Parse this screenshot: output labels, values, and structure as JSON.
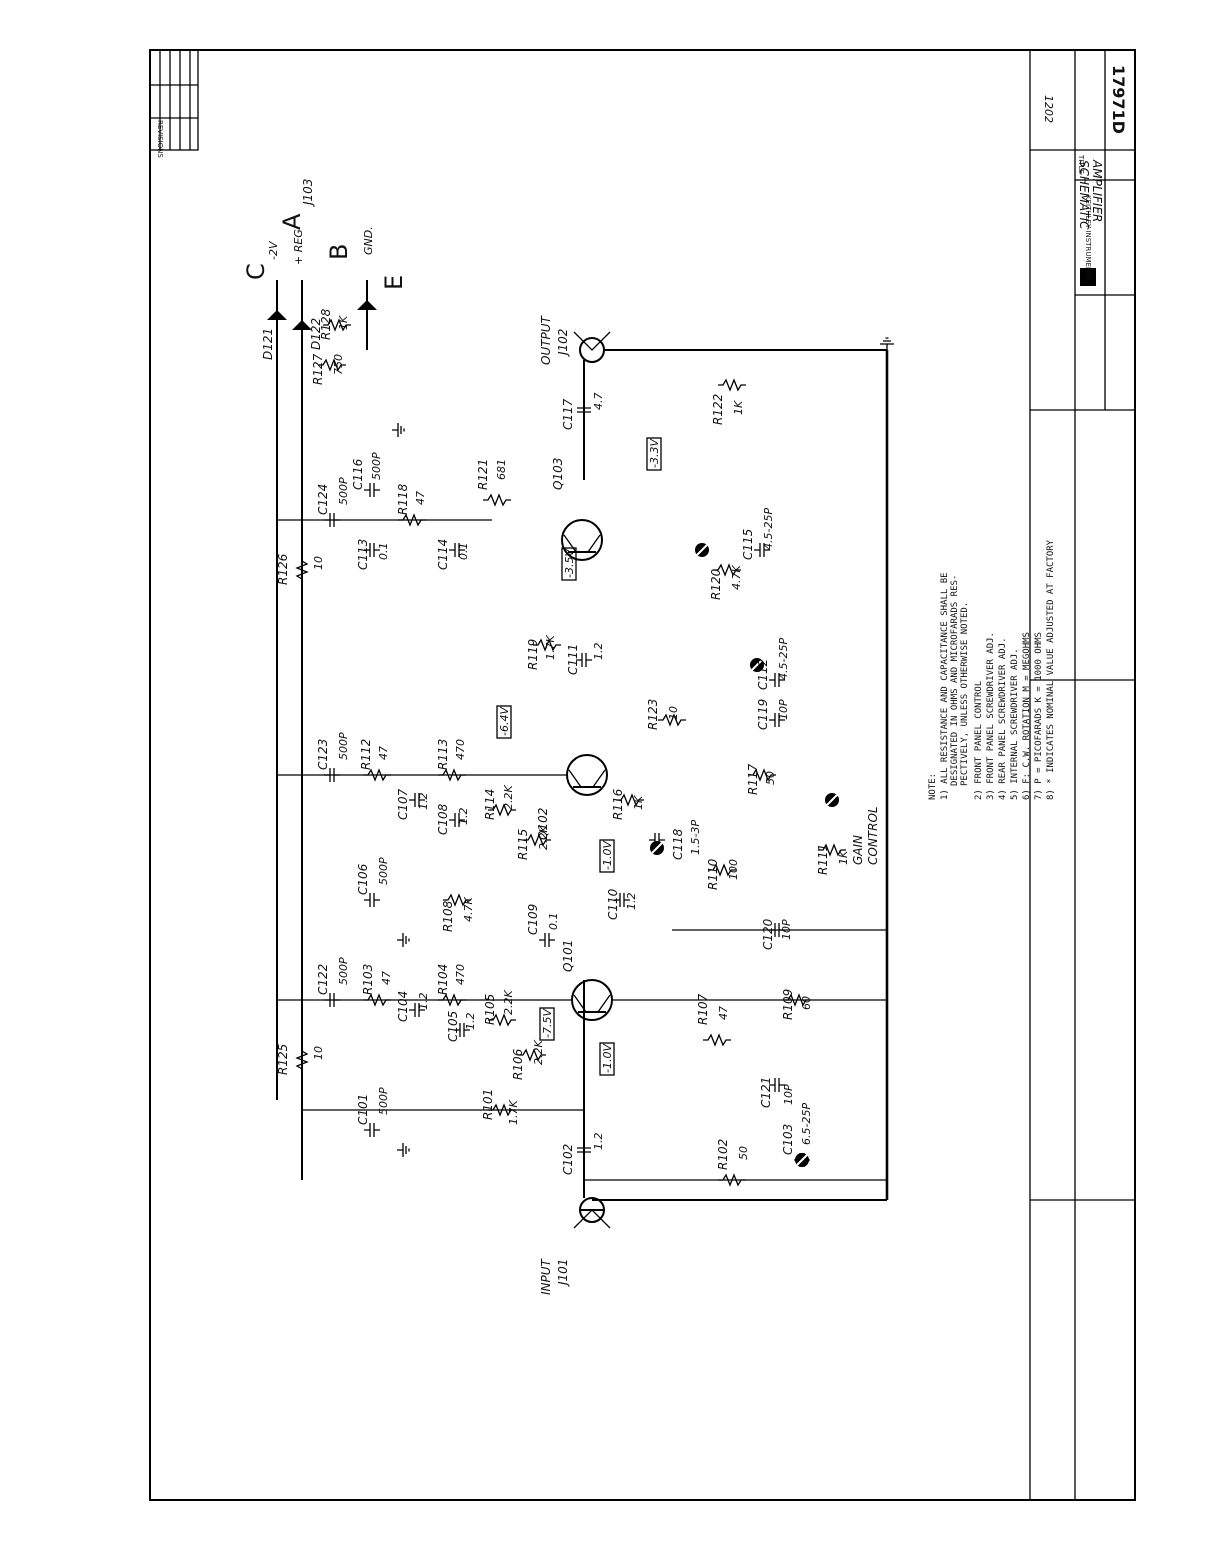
{
  "title_block": {
    "company": "KEITHLEY INSTRUMENTS",
    "title_label": "TITLE",
    "title_line1": "SCHEMATIC",
    "title_line2": "AMPLIFIER",
    "drawing_number": "17971D",
    "model_no": "1202"
  },
  "connectors": {
    "input": {
      "name": "INPUT",
      "ref": "J101"
    },
    "output": {
      "name": "OUTPUT",
      "ref": "J102"
    },
    "j103": {
      "ref": "J103",
      "pin_a": "A",
      "pin_b": "B",
      "pin_c": "C",
      "pin_e": "E",
      "minus_label": "-2V",
      "plus_label": "+ REG",
      "gnd_label": "GND."
    }
  },
  "transistors": {
    "q101": "Q101",
    "q102": "Q102",
    "q103": "Q103"
  },
  "diodes": {
    "d122": "D122",
    "d121": "D121"
  },
  "resistors": {
    "r101": {
      "ref": "R101",
      "value": "1.7K"
    },
    "r102": {
      "ref": "R102",
      "value": "50"
    },
    "r103": {
      "ref": "R103",
      "value": "47"
    },
    "r104": {
      "ref": "R104",
      "value": "470"
    },
    "r105": {
      "ref": "R105",
      "value": "2.2K"
    },
    "r106": {
      "ref": "R106",
      "value": "2.2K"
    },
    "r107": {
      "ref": "R107",
      "value": "47"
    },
    "r108": {
      "ref": "R108",
      "value": "4.7K"
    },
    "r109": {
      "ref": "R109",
      "value": "60"
    },
    "r110": {
      "ref": "R110",
      "value": "100"
    },
    "r111": {
      "ref": "R111",
      "value": "1K"
    },
    "r112": {
      "ref": "R112",
      "value": "47"
    },
    "r113": {
      "ref": "R113",
      "value": "470"
    },
    "r114": {
      "ref": "R114",
      "value": "2.2K"
    },
    "r115": {
      "ref": "R115",
      "value": "2.2K"
    },
    "r116": {
      "ref": "R116",
      "value": "1K"
    },
    "r117": {
      "ref": "R117",
      "value": "50"
    },
    "r118": {
      "ref": "R118",
      "value": "47"
    },
    "r119": {
      "ref": "R119",
      "value": "1.7K"
    },
    "r120": {
      "ref": "R120",
      "value": "4.7K"
    },
    "r121": {
      "ref": "R121",
      "value": "681"
    },
    "r122": {
      "ref": "R122",
      "value": "1K"
    },
    "r123": {
      "ref": "R123",
      "value": "10"
    },
    "r125": {
      "ref": "R125",
      "value": "10"
    },
    "r126": {
      "ref": "R126",
      "value": "10"
    },
    "r127": {
      "ref": "R127",
      "value": "750"
    },
    "r128": {
      "ref": "R128",
      "value": "1K"
    }
  },
  "capacitors": {
    "c101": {
      "ref": "C101",
      "value": "500P"
    },
    "c102": {
      "ref": "C102",
      "value": "1.2"
    },
    "c103": {
      "ref": "C103",
      "value": "6.5-25P"
    },
    "c104": {
      "ref": "C104",
      "value": "1.2"
    },
    "c105": {
      "ref": "C105",
      "value": "1.2"
    },
    "c106": {
      "ref": "C106",
      "value": "500P"
    },
    "c107": {
      "ref": "C107",
      "value": "1.2"
    },
    "c108": {
      "ref": "C108",
      "value": "1.2"
    },
    "c109": {
      "ref": "C109",
      "value": "0.1"
    },
    "c110": {
      "ref": "C110",
      "value": "1.2"
    },
    "c111": {
      "ref": "C111",
      "value": "1.2"
    },
    "c112": {
      "ref": "C112",
      "value": "4.5-25P"
    },
    "c113": {
      "ref": "C113",
      "value": "0.1"
    },
    "c114": {
      "ref": "C114",
      "value": "0.1"
    },
    "c115": {
      "ref": "C115",
      "value": "4.5-25P"
    },
    "c116": {
      "ref": "C116",
      "value": "500P"
    },
    "c117": {
      "ref": "C117",
      "value": "4.7"
    },
    "c118": {
      "ref": "C118",
      "value": "1.5-3P"
    },
    "c119": {
      "ref": "C119",
      "value": "10P"
    },
    "c120": {
      "ref": "C120",
      "value": "10P"
    },
    "c121": {
      "ref": "C121",
      "value": "10P"
    },
    "c122": {
      "ref": "C122",
      "value": "500P"
    },
    "c123": {
      "ref": "C123",
      "value": "500P"
    },
    "c124": {
      "ref": "C124",
      "value": "500P"
    }
  },
  "voltages": {
    "v1": "-3.3V",
    "v2": "-3.5V",
    "v3": "-6.4V",
    "v4": "-1.0V",
    "v5": "-7.5V",
    "v6": "-1.0V"
  },
  "gain_control": {
    "line1": "GAIN",
    "line2": "CONTROL"
  },
  "notes": {
    "heading": "NOTE:",
    "n1": "1) ALL RESISTANCE AND CAPACITANCE SHALL BE",
    "n1b": "DESIGNATED IN OHMS AND MICROFARADS RES-",
    "n1c": "PECTIVELY, UNLESS OTHERWISE NOTED.",
    "n2": "2) FRONT PANEL CONTROL",
    "n3": "3) FRONT PANEL SCREWDRIVER ADJ.",
    "n4": "4) REAR PANEL SCREWDRIVER ADJ.",
    "n5": "5) INTERNAL SCREWDRIVER ADJ.",
    "n6": "6) F: C.W. ROTATION    M = MEGOHMS",
    "n7": "7) P = PICOFARADS      K = 1000 OHMS",
    "n8": "8) * INDICATES NOMINAL VALUE ADJUSTED AT FACTORY"
  },
  "revisions": {
    "header": "REVISIONS"
  }
}
